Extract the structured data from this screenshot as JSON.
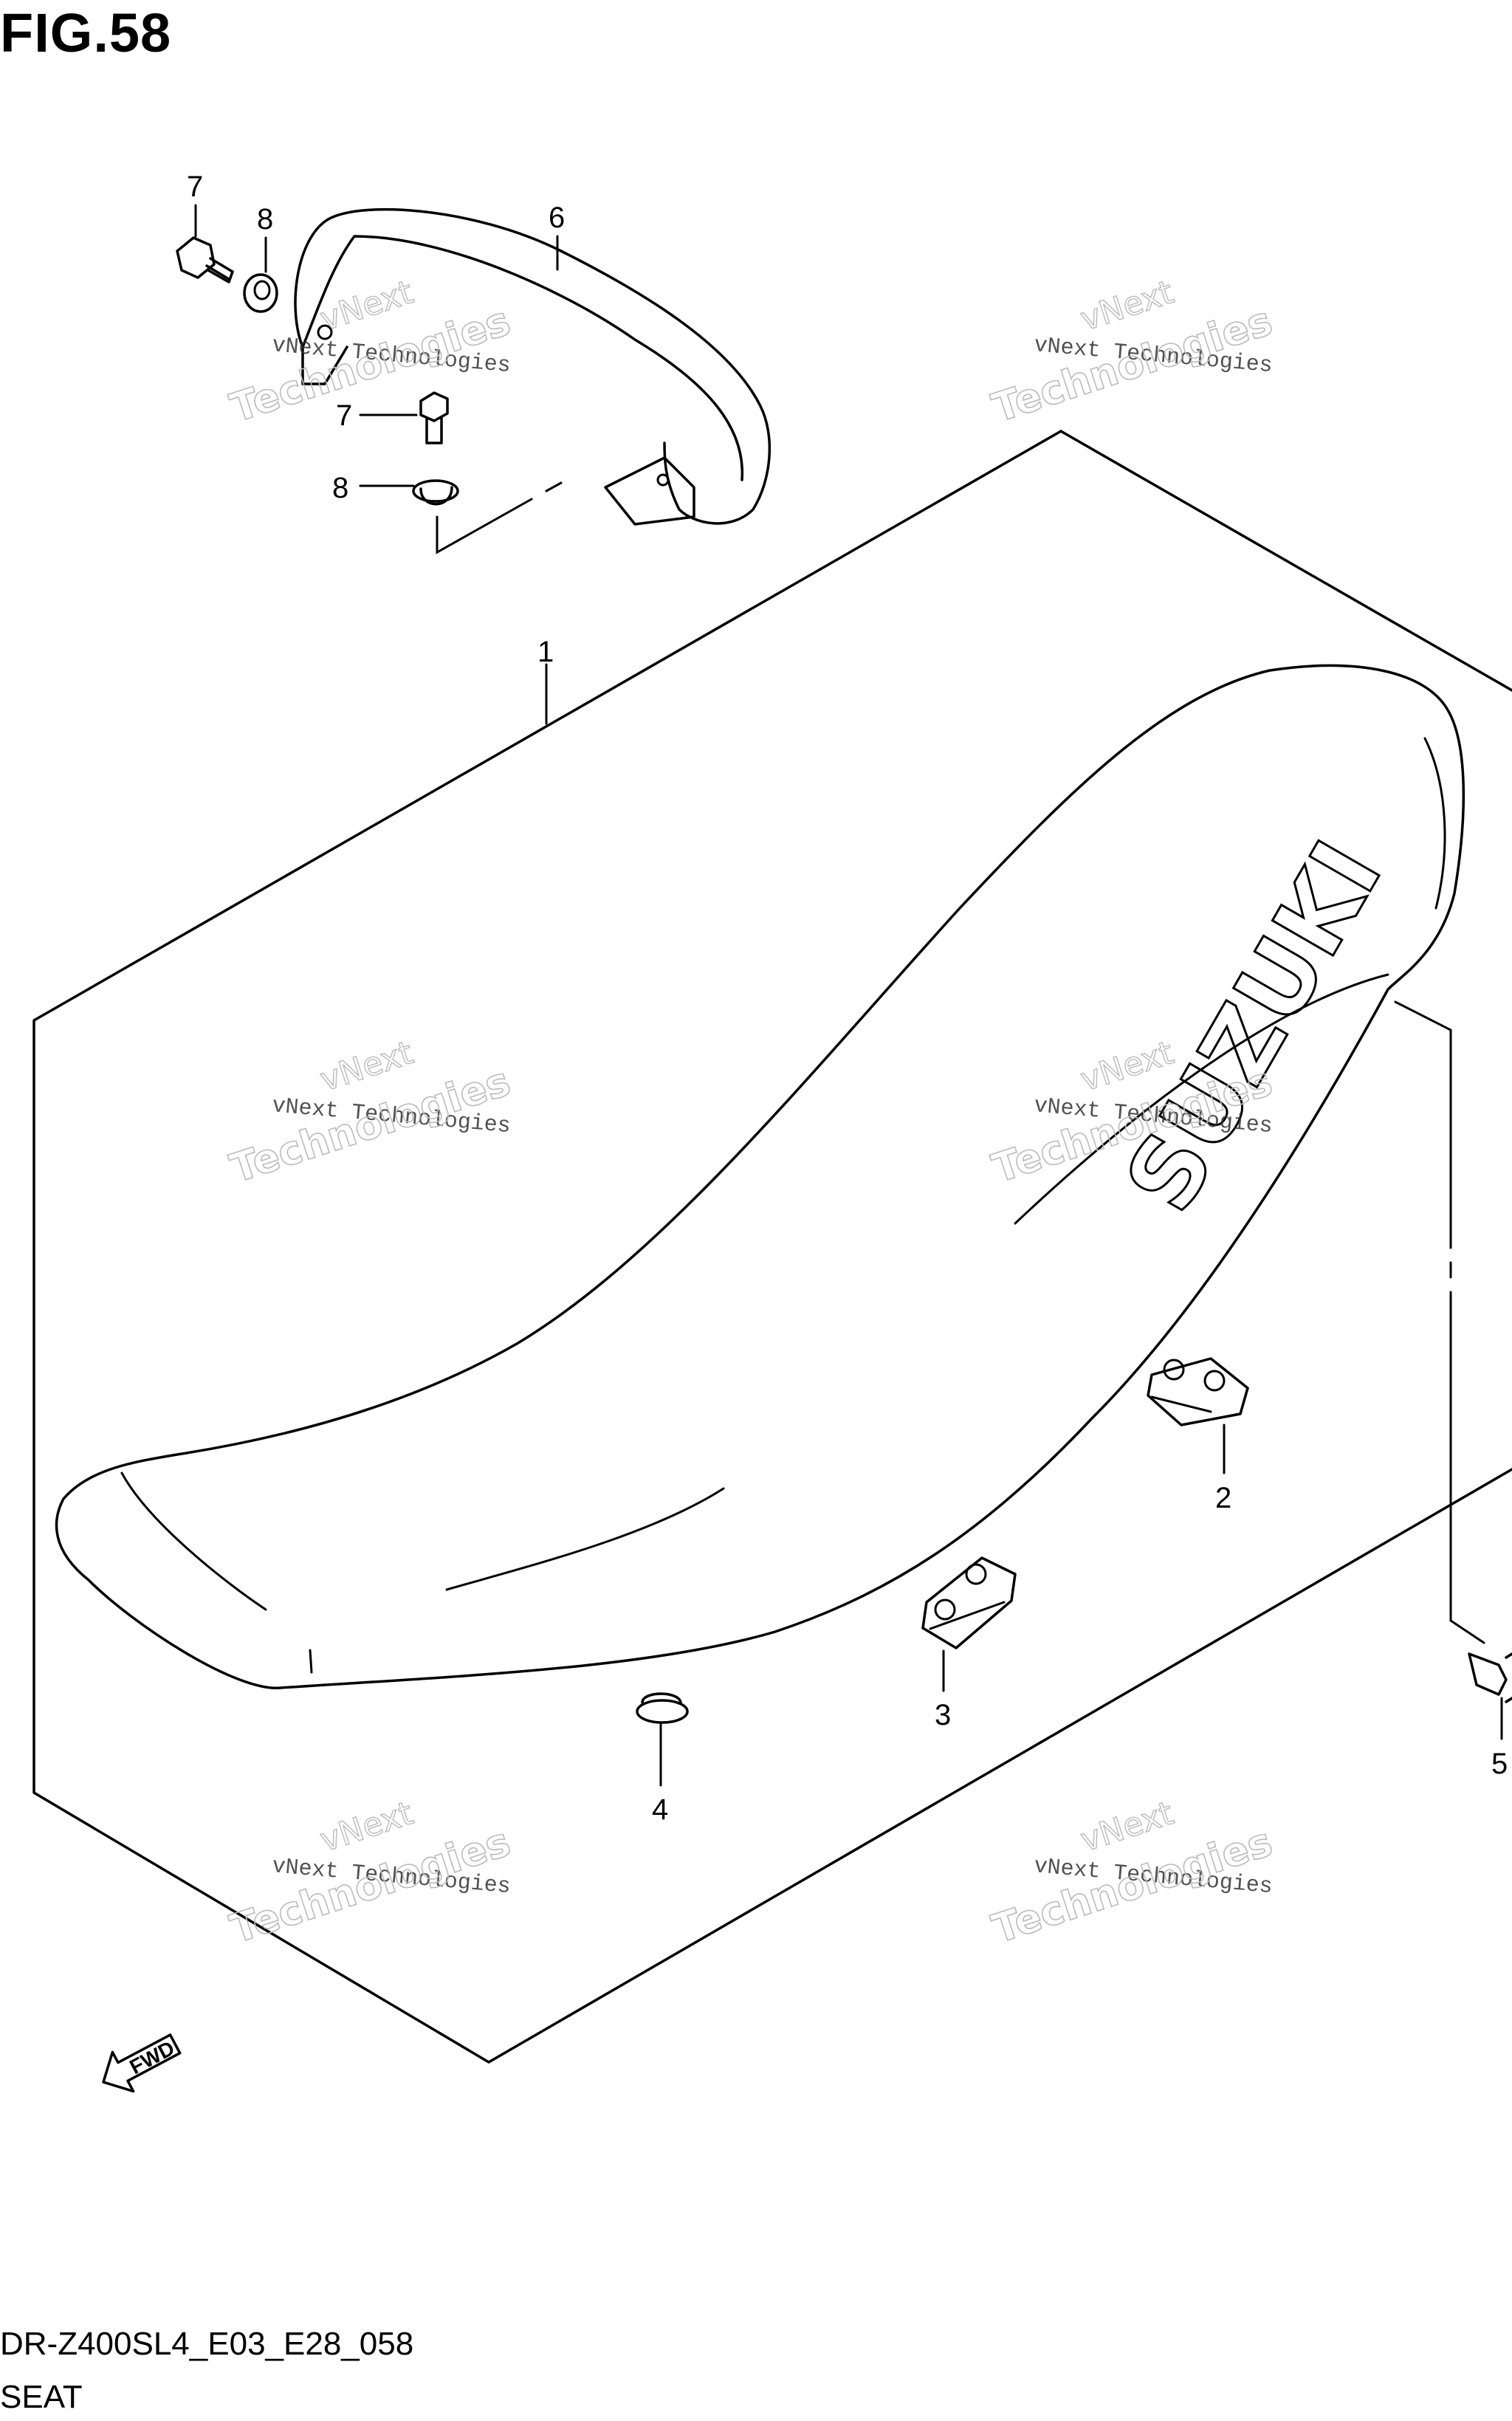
{
  "figure": {
    "title": "FIG.58"
  },
  "callouts": [
    {
      "id": "c1",
      "label": "1"
    },
    {
      "id": "c2",
      "label": "2"
    },
    {
      "id": "c3",
      "label": "3"
    },
    {
      "id": "c4",
      "label": "4"
    },
    {
      "id": "c5",
      "label": "5"
    },
    {
      "id": "c6",
      "label": "6"
    },
    {
      "id": "c7a",
      "label": "7"
    },
    {
      "id": "c8a",
      "label": "8"
    },
    {
      "id": "c7b",
      "label": "7"
    },
    {
      "id": "c8b",
      "label": "8"
    }
  ],
  "logo": {
    "text": "SUZUKI"
  },
  "fwd_arrow": {
    "text": "FWD"
  },
  "watermark": {
    "line1": "vNext",
    "line2": "vNext Technologies",
    "line3": "Technologies"
  },
  "footer": {
    "code": "DR-Z400SL4_E03_E28_058",
    "name": "SEAT"
  }
}
